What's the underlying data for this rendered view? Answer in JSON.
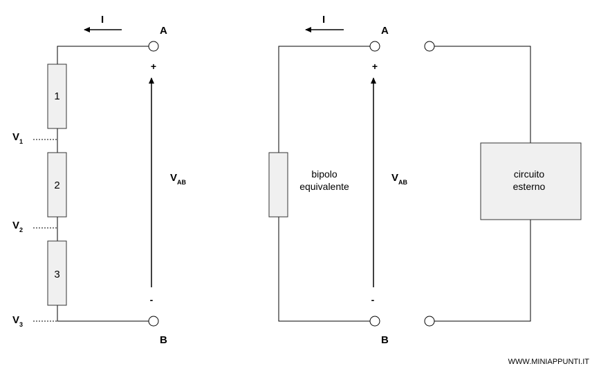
{
  "left_circuit": {
    "current_label": "I",
    "terminal_a": "A",
    "terminal_b": "B",
    "plus_sign": "+",
    "minus_sign": "-",
    "voltage_main": "V",
    "voltage_sub": "AB",
    "resistors": [
      "1",
      "2",
      "3"
    ],
    "nodes": [
      {
        "main": "V",
        "sub": "1"
      },
      {
        "main": "V",
        "sub": "2"
      },
      {
        "main": "V",
        "sub": "3"
      }
    ]
  },
  "right_circuit": {
    "current_label": "I",
    "terminal_a": "A",
    "terminal_b": "B",
    "plus_sign": "+",
    "minus_sign": "-",
    "voltage_main": "V",
    "voltage_sub": "AB",
    "equivalent_line1": "bipolo",
    "equivalent_line2": "equivalente",
    "external_line1": "circuito",
    "external_line2": "esterno"
  },
  "watermark": "WWW.MINIAPPUNTI.IT",
  "colors": {
    "line": "#000000",
    "component_fill": "#f0f0f0",
    "component_stroke": "#333333"
  }
}
